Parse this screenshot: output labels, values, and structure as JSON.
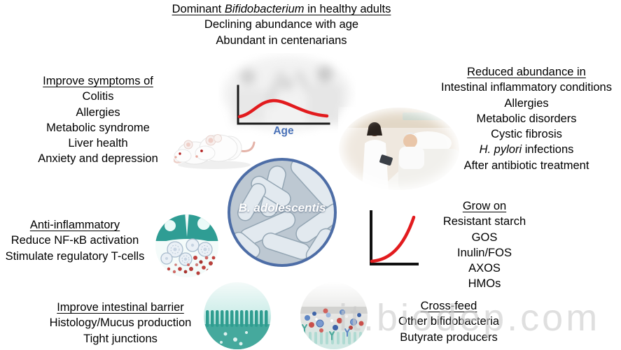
{
  "top_banner": {
    "title_prefix": "Dominant ",
    "title_italic": "Bifidobacterium",
    "title_suffix": " in healthy adults",
    "line2": "Declining abundance with age",
    "line3": "Abundant in centenarians"
  },
  "improve_symptoms": {
    "heading": "Improve symptoms of",
    "items": [
      "Colitis",
      "Allergies",
      "Metabolic syndrome",
      "Liver health",
      "Anxiety and depression"
    ]
  },
  "reduced_abundance": {
    "heading": "Reduced abundance in",
    "items": [
      "Intestinal inflammatory conditions",
      "Allergies",
      "Metabolic disorders",
      "Cystic fibrosis"
    ],
    "item_hpylori_italic": "H. pylori",
    "item_hpylori_rest": " infections",
    "item_last": "After antibiotic treatment"
  },
  "center_microbe": {
    "label": "B. adolescentis"
  },
  "anti_inflammatory": {
    "heading": "Anti-inflammatory",
    "items": [
      "Reduce NF-κB activation",
      "Stimulate regulatory T-cells"
    ]
  },
  "grow_on": {
    "heading": "Grow on",
    "items": [
      "Resistant starch",
      "GOS",
      "Inulin/FOS",
      "AXOS",
      "HMOs"
    ]
  },
  "intestinal_barrier": {
    "heading": "Improve intestinal barrier",
    "items": [
      "Histology/Mucus production",
      "Tight junctions"
    ]
  },
  "cross_feed": {
    "heading": "Cross-feed",
    "items": [
      "Other bifidobacteria",
      "Butyrate producers"
    ]
  },
  "watermark": "it.biodep.com",
  "colors": {
    "curve_red": "#e21b1e",
    "age_label_blue": "#4a72b8",
    "circle_border_blue": "#4d6da6",
    "teal": "#2f9d94",
    "watermark_gray": "#cbcbcb"
  },
  "chart_data": [
    {
      "type": "line",
      "title": "",
      "xlabel": "Age",
      "ylabel": "",
      "series": [
        {
          "name": "Bifidobacterium abundance over age",
          "shape": "bell curve rising then declining",
          "color": "#e21b1e"
        }
      ],
      "note": "schematic curve, no tick values shown"
    },
    {
      "type": "line",
      "title": "",
      "xlabel": "",
      "ylabel": "",
      "series": [
        {
          "name": "growth on substrates",
          "shape": "exponential increase",
          "color": "#e21b1e"
        }
      ],
      "note": "schematic curve, no tick values shown"
    }
  ]
}
